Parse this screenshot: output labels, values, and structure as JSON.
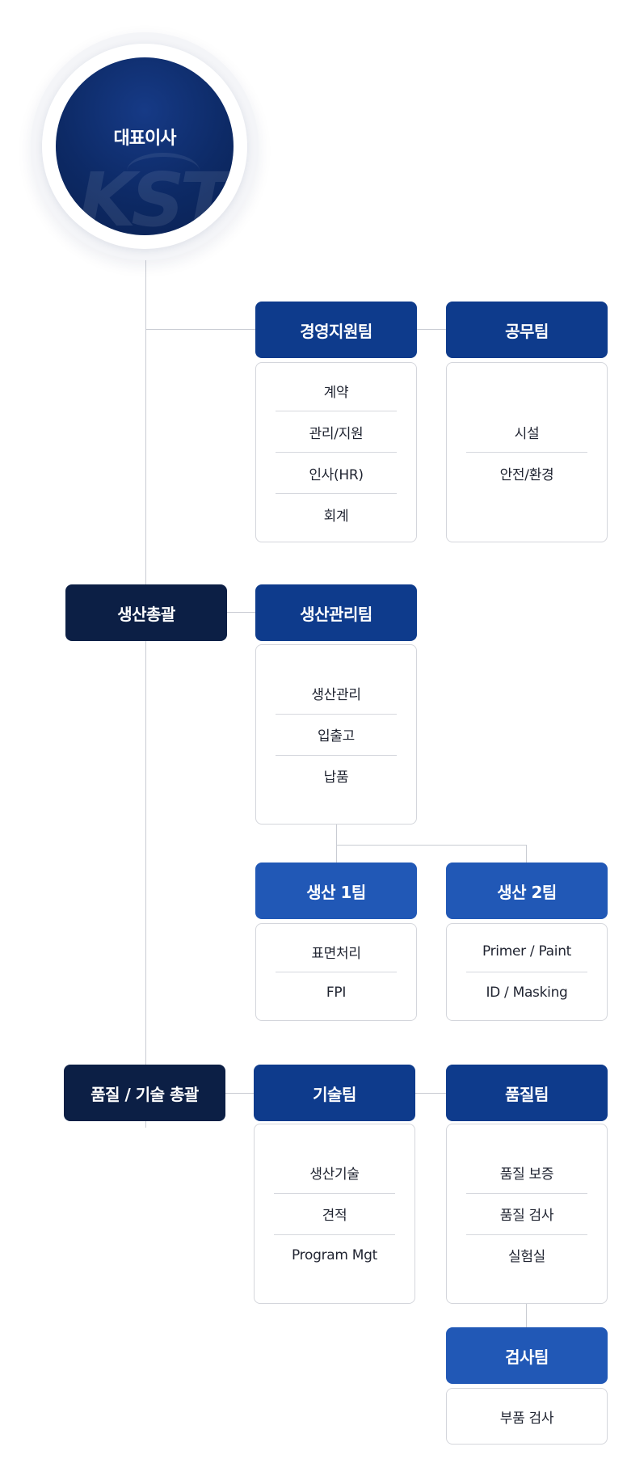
{
  "ceo": {
    "title": "대표이사",
    "watermark": "KST"
  },
  "management_support": {
    "title": "경영지원팀",
    "items": [
      "계약",
      "관리/지원",
      "인사(HR)",
      "회계"
    ]
  },
  "facilities": {
    "title": "공무팀",
    "items": [
      "시설",
      "안전/환경"
    ]
  },
  "production_head": {
    "title": "생산총괄"
  },
  "production_mgmt": {
    "title": "생산관리팀",
    "items": [
      "생산관리",
      "입출고",
      "납품"
    ]
  },
  "production_1": {
    "title": "생산 1팀",
    "items": [
      "표면처리",
      "FPI"
    ]
  },
  "production_2": {
    "title": "생산 2팀",
    "items": [
      "Primer / Paint",
      "ID / Masking"
    ]
  },
  "quality_head": {
    "title": "품질 / 기술 총괄"
  },
  "technical": {
    "title": "기술팀",
    "items": [
      "생산기술",
      "견적",
      "Program Mgt"
    ]
  },
  "quality": {
    "title": "품질팀",
    "items": [
      "품질 보증",
      "품질 검사",
      "실험실"
    ]
  },
  "inspection": {
    "title": "검사팀",
    "items": [
      "부품 검사"
    ]
  },
  "colors": {
    "dark": "#0c1f45",
    "navy": "#0e3b8c",
    "blue": "#2158b6",
    "line": "#c9ccd3"
  }
}
